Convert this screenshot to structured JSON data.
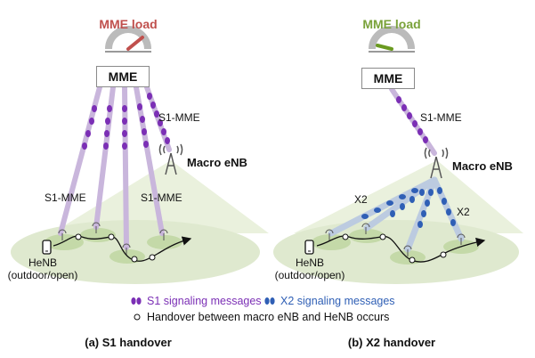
{
  "colors": {
    "s1": "#7b2fb5",
    "x2": "#2f5fb5",
    "s1_link": "#c9b6dc",
    "x2_link": "#bccbe0",
    "area": "#dfe9cf",
    "area_dark": "#c4d9a8",
    "load_left": "#c0504d",
    "load_right": "#7aa23a",
    "gauge_needle_left": "#c0504d",
    "gauge_needle_right": "#6a9a20"
  },
  "left": {
    "load_title": "MME load",
    "mme_label": "MME",
    "s1_top": "S1-MME",
    "macro_label": "Macro eNB",
    "s1_left": "S1-MME",
    "s1_right": "S1-MME",
    "henb": "HeNB",
    "henb_type": "(outdoor/open)",
    "caption": "(a) S1 handover"
  },
  "right": {
    "load_title": "MME load",
    "mme_label": "MME",
    "s1_top": "S1-MME",
    "macro_label": "Macro eNB",
    "x2_left": "X2",
    "x2_right": "X2",
    "henb": "HeNB",
    "henb_type": "(outdoor/open)",
    "caption": "(b) X2 handover"
  },
  "legend": {
    "s1_msg": "S1 signaling messages",
    "x2_msg": "X2 signaling messages",
    "handover": "Handover between macro eNB and HeNB occurs"
  }
}
